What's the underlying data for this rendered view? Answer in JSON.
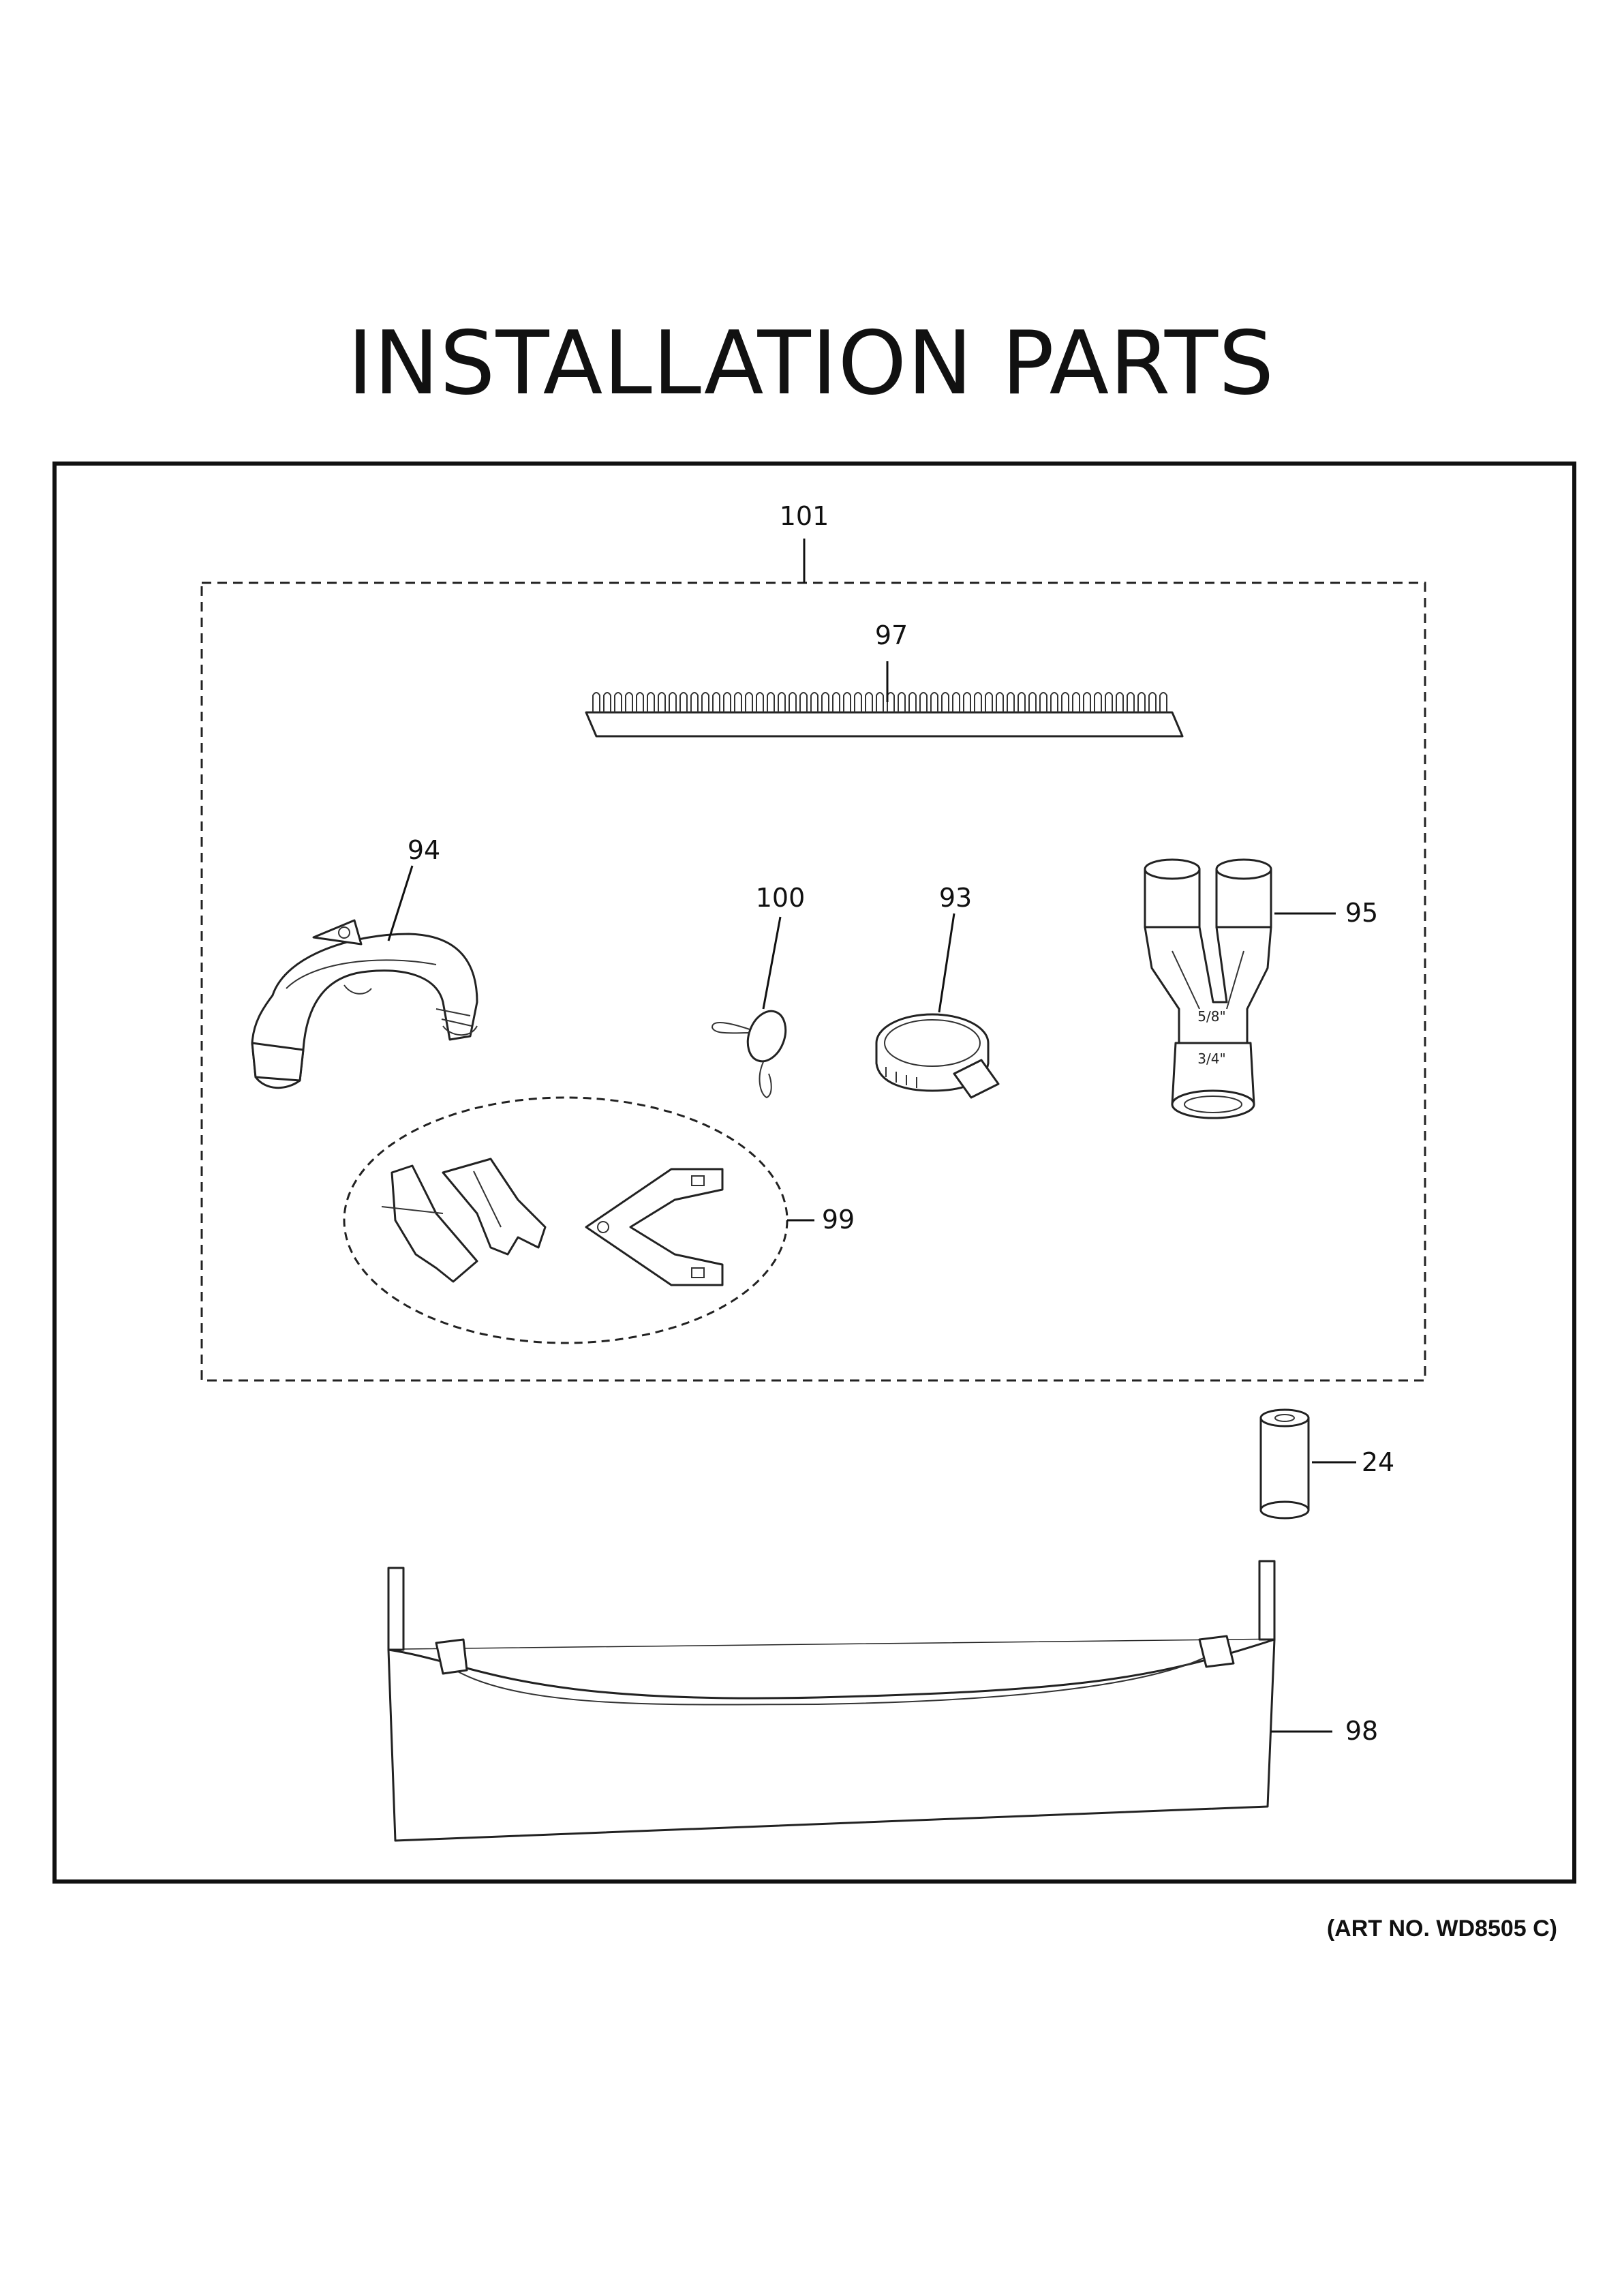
{
  "title": "INSTALLATION PARTS",
  "art_number": "(ART NO. WD8505 C)",
  "callouts": {
    "kit": "101",
    "strip": "97",
    "elbow": "94",
    "tie": "100",
    "clamp": "93",
    "y_connector": "95",
    "tools": "99",
    "spacer": "24",
    "toe_kick": "98"
  },
  "markings": {
    "y_upper": "5/8\"",
    "y_lower": "3/4\""
  }
}
